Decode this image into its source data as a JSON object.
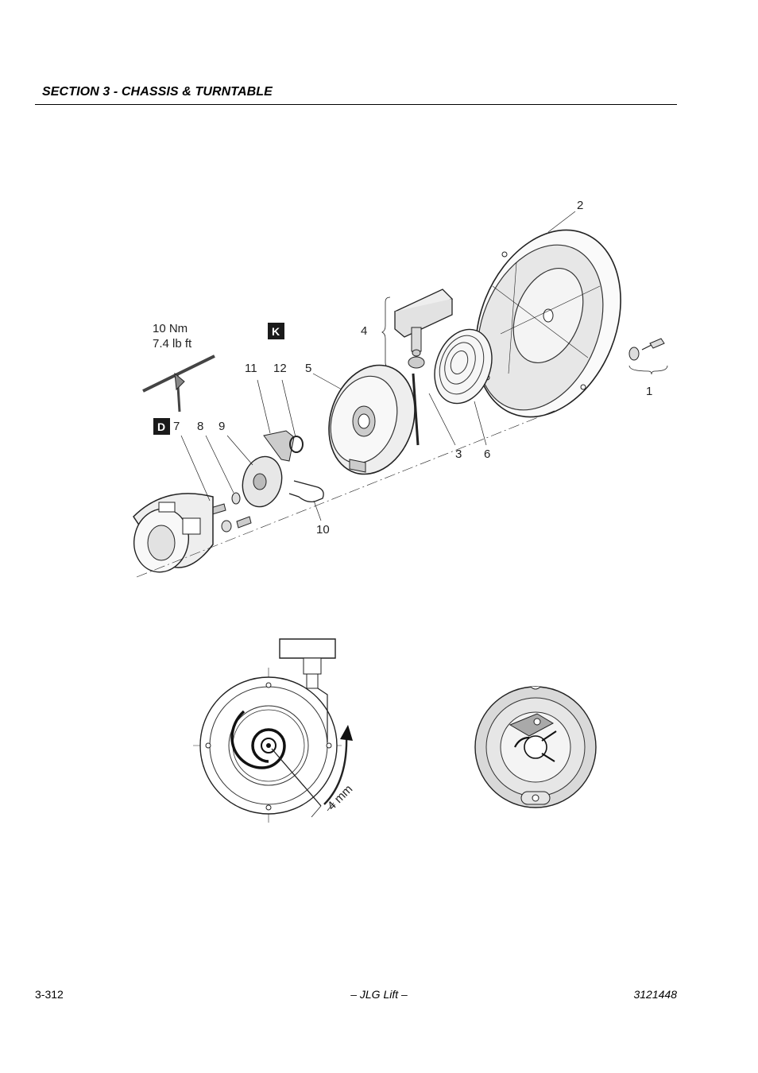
{
  "header": {
    "section_title": "SECTION 3 - CHASSIS & TURNTABLE"
  },
  "figure": {
    "torque": {
      "metric": "10  Nm",
      "imperial": "7.4 lb ft"
    },
    "badges": {
      "k": "K",
      "d": "D"
    },
    "callouts": {
      "c1": "1",
      "c2": "2",
      "c3": "3",
      "c4": "4",
      "c5": "5",
      "c6": "6",
      "c7": "7",
      "c8": "8",
      "c9": "9",
      "c10": "10",
      "c11": "11",
      "c12": "12"
    },
    "measurement": "4 mm"
  },
  "footer": {
    "page_number": "3-312",
    "publisher": "– JLG Lift –",
    "doc_number": "3121448"
  }
}
